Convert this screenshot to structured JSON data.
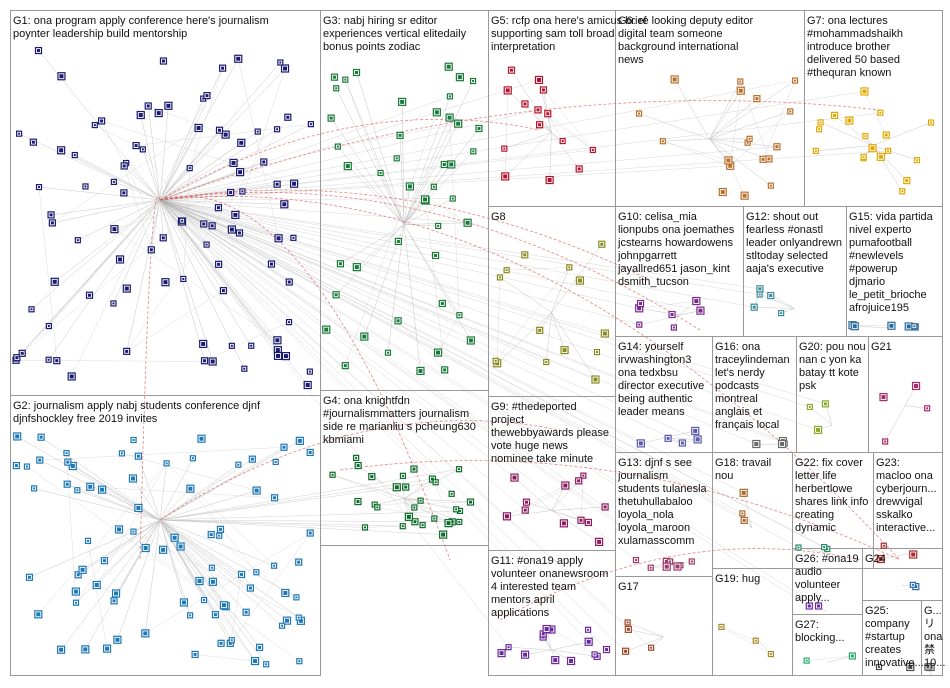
{
  "groups": [
    {
      "id": "G1",
      "lines": [
        "G1: ona program apply conference here's journalism",
        "poynter leadership build mentorship"
      ],
      "color": "#1a1a6e"
    },
    {
      "id": "G2",
      "lines": [
        "G2: journalism apply nabj students conference djnf",
        "djnfshockley free 2019 invites"
      ],
      "color": "#1f78b4"
    },
    {
      "id": "G3",
      "lines": [
        "G3: nabj hiring sr editor",
        "experiences vertical elitedaily",
        "bonus points zodiac"
      ],
      "color": "#1b7a3a"
    },
    {
      "id": "G4",
      "lines": [
        "G4: ona knightfdn",
        "#journalismmatters journalism",
        "side re marianliu s pcheung630",
        "kbmiami"
      ],
      "color": "#0f6b2a"
    },
    {
      "id": "G5",
      "lines": [
        "G5: rcfp ona here's amicus brief",
        "supporting sam toll broad",
        "interpretation"
      ],
      "color": "#b5122b"
    },
    {
      "id": "G6",
      "lines": [
        "G6: re looking deputy editor",
        "digital team someone",
        "background international",
        "news"
      ],
      "color": "#b8702a"
    },
    {
      "id": "G7",
      "lines": [
        "G7: ona lectures",
        "#mohammadshaikh",
        "introduce brother",
        "delivered 50 based",
        "#thequran known"
      ],
      "color": "#e0a800"
    },
    {
      "id": "G8",
      "lines": [
        "G8"
      ],
      "color": "#8a8a20"
    },
    {
      "id": "G9",
      "lines": [
        "G9: #thedeported",
        "project",
        "thewebbyawards please",
        "vote huge news",
        "nominee take minute"
      ],
      "color": "#8b1a5e"
    },
    {
      "id": "G10",
      "lines": [
        "G10: celisa_mia",
        "lionpubs ona joemathes",
        "jcstearns howardowens",
        "johnpgarrett",
        "jayallred651 jason_kint",
        "dsmith_tucson"
      ],
      "color": "#7a2a8a"
    },
    {
      "id": "G11",
      "lines": [
        "G11: #ona19 apply",
        "volunteer onanewsroom",
        "4 interested team",
        "mentors april",
        "applications"
      ],
      "color": "#6a2a9a"
    },
    {
      "id": "G12",
      "lines": [
        "G12: shout out",
        "fearless #onastl",
        "leader onlyandrewn",
        "stltoday selected",
        "aaja's executive"
      ],
      "color": "#3a8a9a"
    },
    {
      "id": "G13",
      "lines": [
        "G13: djnf s see",
        "journalism",
        "students tulanesla",
        "thetuhullabaloo",
        "loyola_nola",
        "loyola_maroon",
        "xulamasscomm"
      ],
      "color": "#9a3a6a"
    },
    {
      "id": "G14",
      "lines": [
        "G14: yourself",
        "irvwashington3",
        "ona tedxbsu",
        "director executive",
        "being authentic",
        "leader means"
      ],
      "color": "#5a5aaa"
    },
    {
      "id": "G15",
      "lines": [
        "G15: vida partida",
        "nivel experto",
        "pumafootball",
        "#newlevels",
        "#powerup",
        "djmario",
        "le_petit_brioche",
        "afrojuice195"
      ],
      "color": "#2a6a9a"
    },
    {
      "id": "G16",
      "lines": [
        "G16: ona",
        "traceylindeman",
        "let's nerdy",
        "podcasts",
        "montreal",
        "anglais et",
        "français local"
      ],
      "color": "#6a6a6a"
    },
    {
      "id": "G17",
      "lines": [
        "G17"
      ],
      "color": "#9a4a2a"
    },
    {
      "id": "G18",
      "lines": [
        "G18: travail",
        "nou"
      ],
      "color": "#aa6a2a"
    },
    {
      "id": "G19",
      "lines": [
        "G19: hug"
      ],
      "color": "#aa8a2a"
    },
    {
      "id": "G20",
      "lines": [
        "G20: pou nou",
        "nan c yon ka",
        "batay tt kote",
        "psk"
      ],
      "color": "#8aaa2a"
    },
    {
      "id": "G21",
      "lines": [
        "G21"
      ],
      "color": "#aa2a6a"
    },
    {
      "id": "G22",
      "lines": [
        "G22: fix cover",
        "letter life",
        "herbertlowe",
        "shares link info",
        "creating",
        "dynamic"
      ],
      "color": "#2a8a6a"
    },
    {
      "id": "G23",
      "lines": [
        "G23:",
        "macloo ona",
        "cyberjourn...",
        "drewvigal",
        "sskalko",
        "interactive..."
      ],
      "color": "#aa2a2a"
    },
    {
      "id": "G24",
      "lines": [
        "G24"
      ],
      "color": "#2a6aaa"
    },
    {
      "id": "G25",
      "lines": [
        "G25:",
        "company",
        "#startup",
        "creates",
        "innovative..."
      ],
      "color": "#4a4a4a"
    },
    {
      "id": "G26",
      "lines": [
        "G26: #ona19",
        "audio",
        "volunteer",
        "apply..."
      ],
      "color": "#6a2aaa"
    },
    {
      "id": "G27",
      "lines": [
        "G27:",
        "blocking..."
      ],
      "color": "#2aaa6a"
    },
    {
      "id": "G28",
      "lines": [
        "G...",
        "リ",
        "ona",
        "禁",
        "10..."
      ],
      "color": "#555555"
    }
  ]
}
